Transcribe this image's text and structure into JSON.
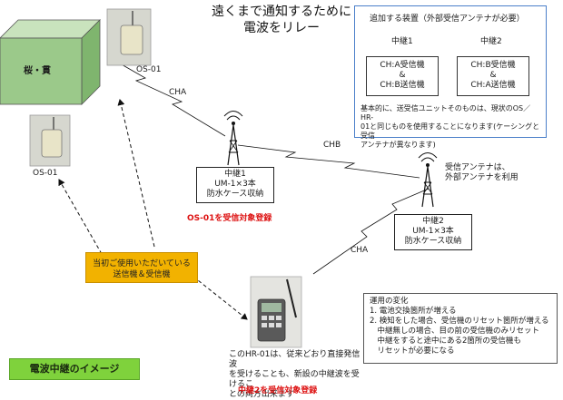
{
  "title": {
    "line1": "遠くまで通知するために",
    "line2": "電波をリレー"
  },
  "house": {
    "label": "桜・貫"
  },
  "os01_top": {
    "label": "OS-01"
  },
  "os01_left": {
    "label": "OS-01"
  },
  "links": {
    "cha_top": "CHA",
    "chb": "CHB",
    "cha_bottom": "CHA"
  },
  "relay1": {
    "line1": "中継1",
    "line2": "UM-1×3本",
    "line3": "防水ケース収納",
    "caption": "OS-01を受信対象登録"
  },
  "relay2": {
    "line1": "中継2",
    "line2": "UM-1×3本",
    "line3": "防水ケース収納",
    "antenna_note_1": "受信アンテナは、",
    "antenna_note_2": "外部アンテナを利用"
  },
  "info": {
    "title": "追加する装置（外部受信アンテナが必要）",
    "col1_header": "中継1",
    "col2_header": "中継2",
    "col1_lines": [
      "CH:A受信機",
      "&",
      "CH:B送信機"
    ],
    "col2_lines": [
      "CH:B受信機",
      "&",
      "CH:A送信機"
    ],
    "note_lines": [
      "基本的に、送受信ユニットそのものは、現状のOS／HR-",
      "01と同じものを使用することになります(ケーシングと受信",
      "アンテナが異なります)"
    ]
  },
  "yellow": {
    "line1": "当初ご使用いただいている",
    "line2": "送信機＆受信機"
  },
  "hr01": {
    "desc_lines": [
      "このHR-01は、従来どおり直接発信波",
      "を受けることも、新設の中継波を受けるこ",
      "との両方出来ます"
    ],
    "caption": "中継2を受信対象登録"
  },
  "notes": {
    "title": "運用の変化",
    "lines": [
      "1. 電池交換箇所が増える",
      "2. 検知をした場合、受信機のリセット箇所が増える",
      "　中継無しの場合、目の前の受信機のみリセット",
      "　中継をすると途中にある2箇所の受信機も",
      "　リセットが必要になる"
    ]
  },
  "green_label": "電波中継のイメージ",
  "colors": {
    "house_front": "#9bc98a",
    "house_top": "#c9e3bd",
    "house_side": "#7fb56e",
    "yellow_box": "#f2b200",
    "green_label": "#7fd23c",
    "info_border": "#4a7fc9",
    "caption_red": "#d11111"
  }
}
